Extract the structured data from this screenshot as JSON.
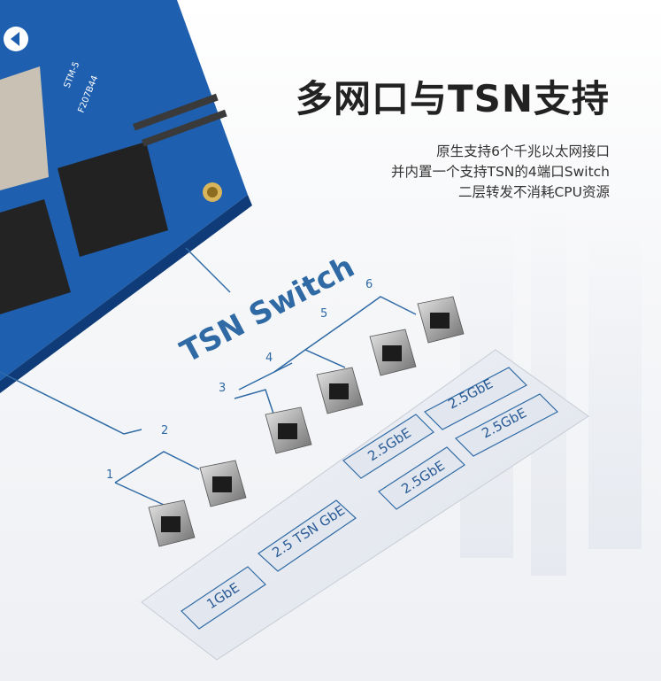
{
  "heading": "多网口与TSN支持",
  "description": [
    "原生支持6个千兆以太网接口",
    "并内置一个支持TSN的4端口Switch",
    "二层转发不消耗CPU资源"
  ],
  "board": {
    "chip_label_1": "STM-5",
    "chip_label_2": "F207B44"
  },
  "switch_label": "TSN Switch",
  "port_numbers": [
    "1",
    "2",
    "3",
    "4",
    "5",
    "6"
  ],
  "port_speeds": {
    "p1": "1GbE",
    "p2": "2.5 TSN GbE",
    "p3": "2.5GbE",
    "p4": "2.5GbE",
    "p5": "2.5GbE",
    "p6": "2.5GbE"
  },
  "colors": {
    "board_blue": "#1e5fb0",
    "line_blue": "#2f6aa5",
    "plate": "#e8ecf2"
  }
}
